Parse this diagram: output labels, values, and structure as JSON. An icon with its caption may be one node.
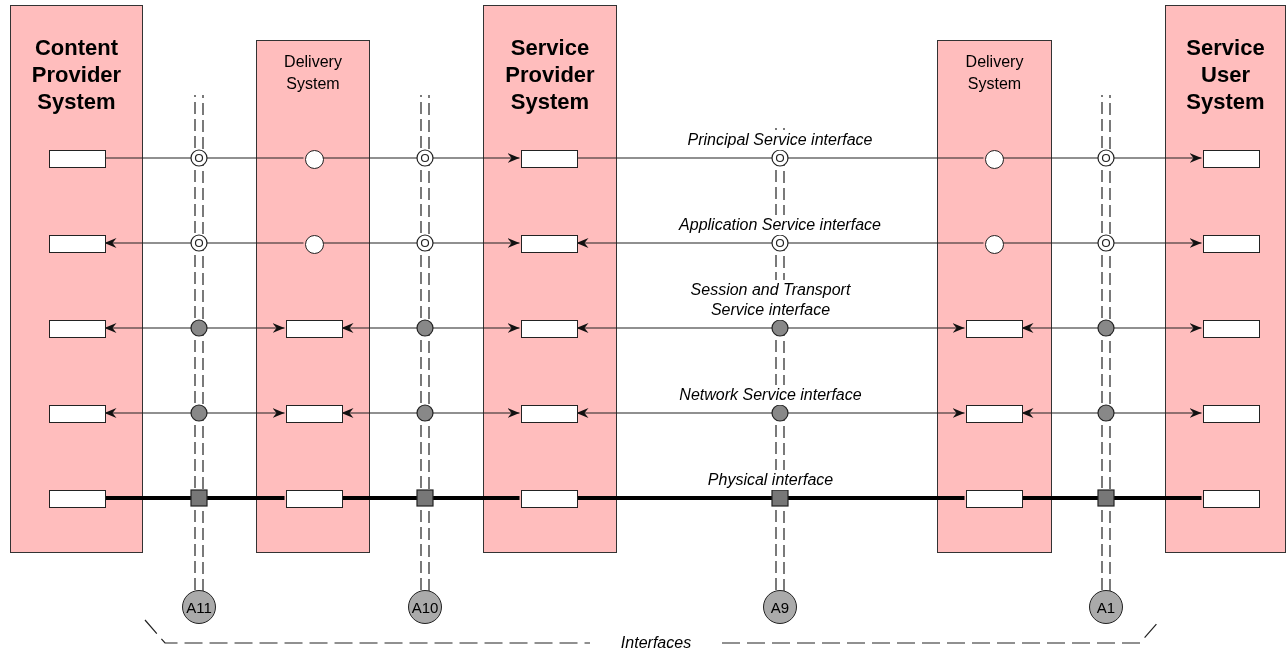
{
  "diagram": {
    "nodes": [
      {
        "text": [
          "Content Provider System"
        ]
      },
      {
        "text": [
          "Delivery System"
        ]
      },
      {
        "text": [
          "Service Provider System"
        ]
      },
      {
        "text": [
          "Delivery System"
        ]
      },
      {
        "text": [
          "Service User System"
        ]
      },
      {
        "text": [],
        "shape": "box",
        "in": 0
      },
      {
        "text": [],
        "shape": "circle",
        "in": 1
      },
      {
        "text": [],
        "shape": "box",
        "in": 2
      },
      {
        "text": [],
        "shape": "circle",
        "in": 3
      },
      {
        "text": [],
        "shape": "box",
        "in": 4
      },
      {
        "text": [],
        "shape": "box",
        "in": 0
      },
      {
        "text": [],
        "shape": "circle",
        "in": 1
      },
      {
        "text": [],
        "shape": "box",
        "in": 2
      },
      {
        "text": [],
        "shape": "circle",
        "in": 3
      },
      {
        "text": [],
        "shape": "box",
        "in": 4
      },
      {
        "text": [],
        "shape": "box",
        "in": 0
      },
      {
        "text": [],
        "shape": "box",
        "in": 1
      },
      {
        "text": [],
        "shape": "box",
        "in": 2
      },
      {
        "text": [],
        "shape": "box",
        "in": 3
      },
      {
        "text": [],
        "shape": "box",
        "in": 4
      },
      {
        "text": [],
        "shape": "box",
        "in": 0
      },
      {
        "text": [],
        "shape": "box",
        "in": 1
      },
      {
        "text": [],
        "shape": "box",
        "in": 2
      },
      {
        "text": [],
        "shape": "box",
        "in": 3
      },
      {
        "text": [],
        "shape": "box",
        "in": 4
      },
      {
        "text": [],
        "shape": "box",
        "in": 0
      },
      {
        "text": [],
        "shape": "box",
        "in": 1
      },
      {
        "text": [],
        "shape": "box",
        "in": 2
      },
      {
        "text": [],
        "shape": "box",
        "in": 3
      },
      {
        "text": [],
        "shape": "box",
        "in": 4
      },
      {
        "text": [
          "A11"
        ]
      },
      {
        "text": [
          "A10"
        ]
      },
      {
        "text": [
          "A9"
        ]
      },
      {
        "text": [
          "A1"
        ]
      }
    ],
    "edges": [
      {
        "from": 5,
        "to": 6,
        "arrow": "none"
      },
      {
        "from": 6,
        "to": 7,
        "arrow": "to"
      },
      {
        "from": 7,
        "to": 8,
        "arrow": "none",
        "label": "Principal Service interface"
      },
      {
        "from": 8,
        "to": 9,
        "arrow": "to"
      },
      {
        "from": 11,
        "to": 10,
        "arrow": "to"
      },
      {
        "from": 11,
        "to": 12,
        "arrow": "to"
      },
      {
        "from": 13,
        "to": 12,
        "arrow": "to",
        "label": "Application Service interface"
      },
      {
        "from": 13,
        "to": 14,
        "arrow": "to"
      },
      {
        "from": 15,
        "to": 16,
        "arrow": "both"
      },
      {
        "from": 16,
        "to": 17,
        "arrow": "both"
      },
      {
        "from": 17,
        "to": 18,
        "arrow": "both",
        "label": "Session and Transport Service interface"
      },
      {
        "from": 18,
        "to": 19,
        "arrow": "both"
      },
      {
        "from": 20,
        "to": 21,
        "arrow": "both"
      },
      {
        "from": 21,
        "to": 22,
        "arrow": "both"
      },
      {
        "from": 22,
        "to": 23,
        "arrow": "both",
        "label": "Network Service interface"
      },
      {
        "from": 23,
        "to": 24,
        "arrow": "both"
      },
      {
        "from": 25,
        "to": 26,
        "arrow": "none",
        "style": "thick"
      },
      {
        "from": 26,
        "to": 27,
        "arrow": "none",
        "style": "thick"
      },
      {
        "from": 27,
        "to": 28,
        "arrow": "none",
        "style": "thick",
        "label": "Physical interface"
      },
      {
        "from": 28,
        "to": 29,
        "arrow": "none",
        "style": "thick"
      },
      {
        "from": 30,
        "to": null,
        "arrow": "none",
        "style": "dashed"
      },
      {
        "from": 31,
        "to": null,
        "arrow": "none",
        "style": "dashed"
      },
      {
        "from": 32,
        "to": null,
        "arrow": "none",
        "style": "dashed"
      },
      {
        "from": 33,
        "to": null,
        "arrow": "none",
        "style": "dashed"
      }
    ],
    "labels": [
      "Interfaces"
    ]
  }
}
